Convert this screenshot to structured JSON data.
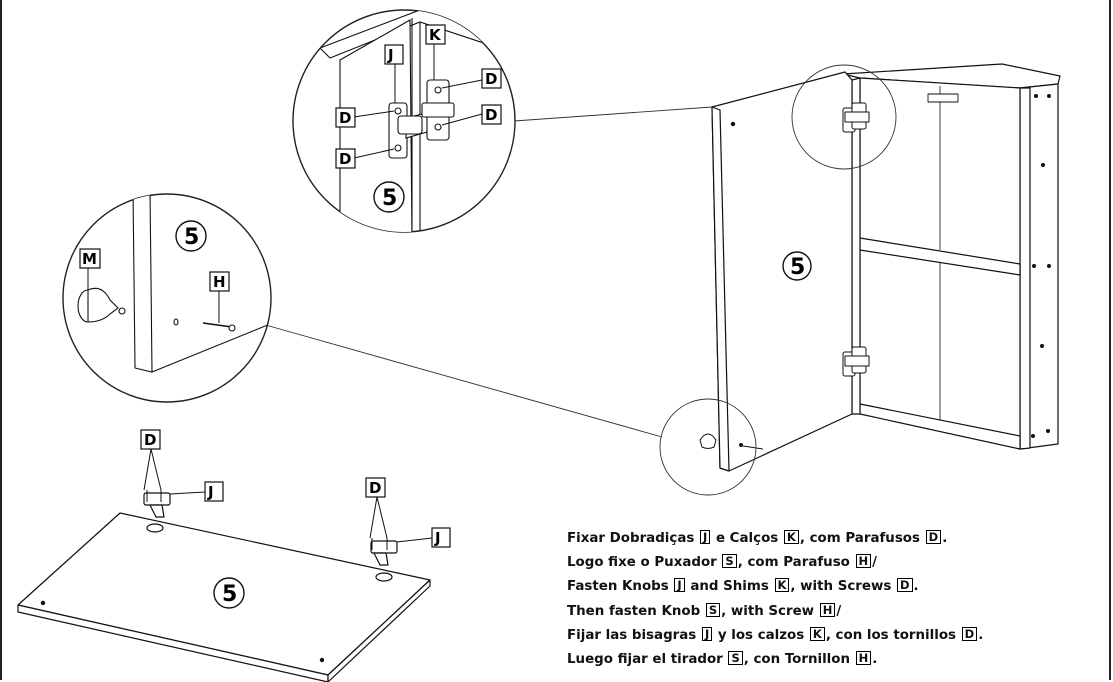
{
  "step_number": "5",
  "labels": {
    "hinge": "J",
    "shim": "K",
    "screw": "D",
    "knob": "M",
    "knob_screw": "H"
  },
  "instructions": [
    [
      {
        "t": "Fixar Dobradiças "
      },
      {
        "b": "J"
      },
      {
        "t": " e Calços "
      },
      {
        "b": "K"
      },
      {
        "t": ", com Parafusos "
      },
      {
        "b": "D"
      },
      {
        "t": "."
      }
    ],
    [
      {
        "t": "Logo fixe o Puxador "
      },
      {
        "b": "S"
      },
      {
        "t": ", com Parafuso "
      },
      {
        "b": "H"
      },
      {
        "t": "/"
      }
    ],
    [
      {
        "t": "Fasten Knobs "
      },
      {
        "b": "J"
      },
      {
        "t": " and Shims "
      },
      {
        "b": "K"
      },
      {
        "t": ", with Screws "
      },
      {
        "b": "D"
      },
      {
        "t": "."
      }
    ],
    [
      {
        "t": "Then fasten Knob "
      },
      {
        "b": "S"
      },
      {
        "t": ", with Screw "
      },
      {
        "b": "H"
      },
      {
        "t": "/"
      }
    ],
    [
      {
        "t": "Fijar las bisagras "
      },
      {
        "b": "J"
      },
      {
        "t": " y los calzos "
      },
      {
        "b": "K"
      },
      {
        "t": ", con los tornillos "
      },
      {
        "b": "D"
      },
      {
        "t": "."
      }
    ],
    [
      {
        "t": "Luego fijar el tirador "
      },
      {
        "b": "S"
      },
      {
        "t": ", con Tornillon "
      },
      {
        "b": "H"
      },
      {
        "t": "."
      }
    ]
  ]
}
